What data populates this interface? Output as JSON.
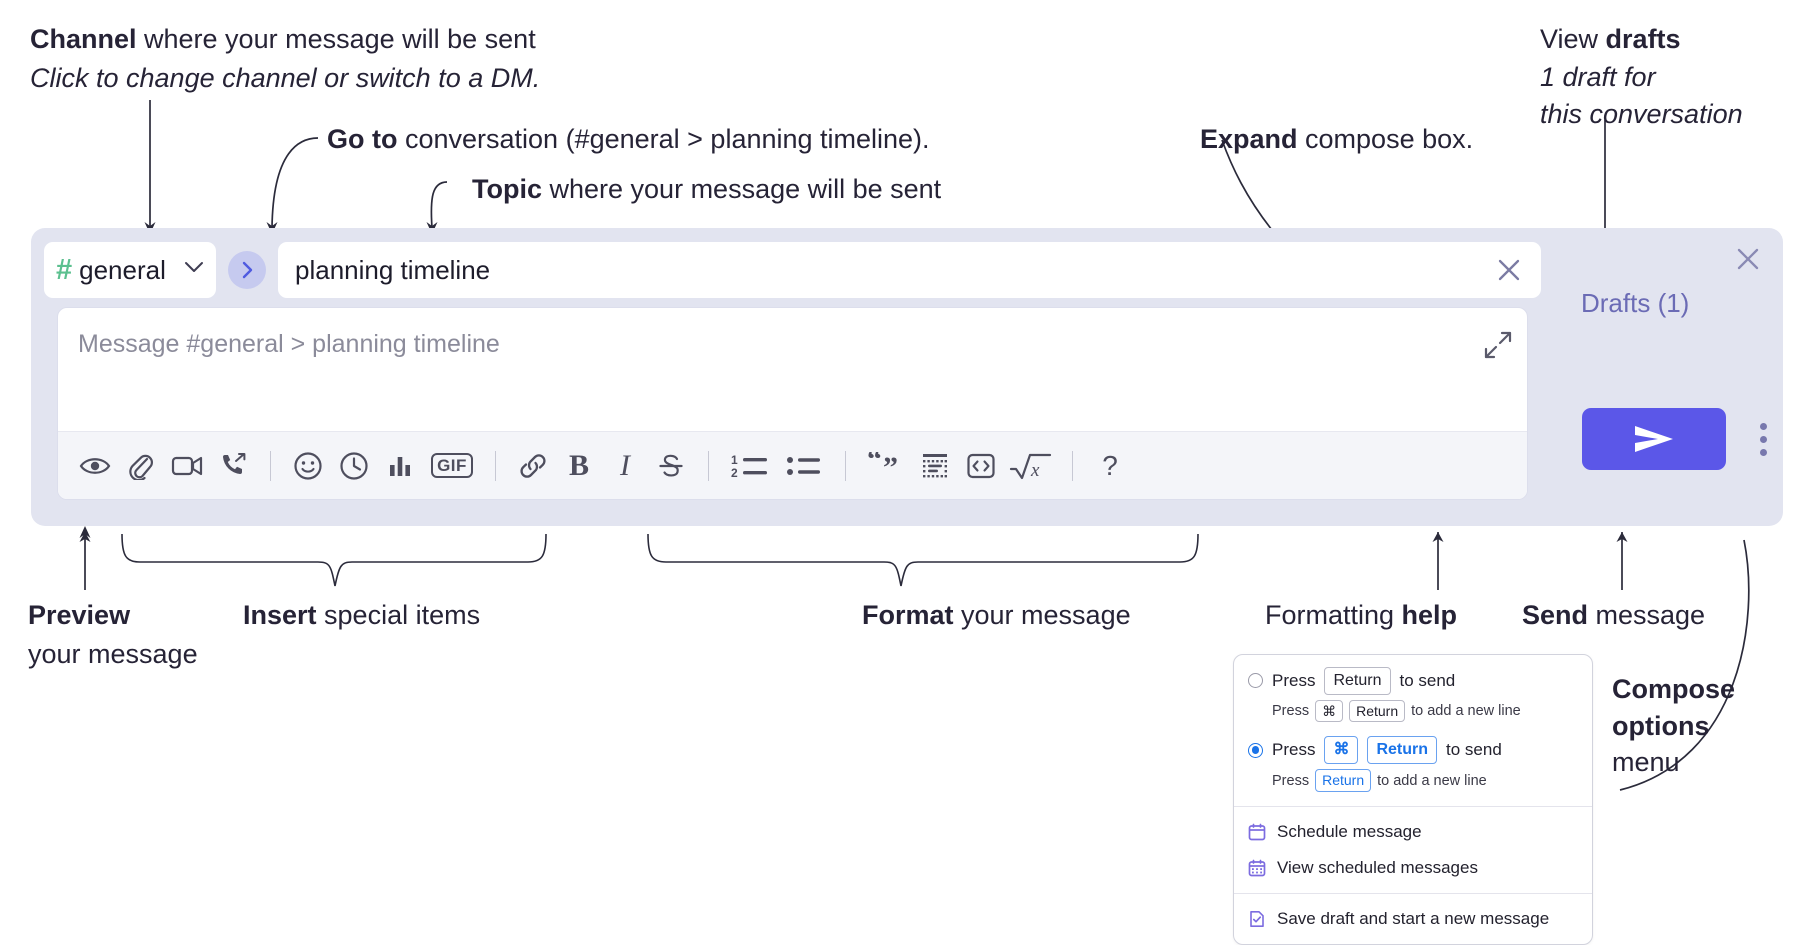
{
  "annotations": {
    "channel": {
      "bold": "Channel",
      "rest": " where your message will be sent",
      "italic": "Click to change channel or switch to a DM."
    },
    "goto": {
      "bold": "Go to",
      "rest": " conversation (#general > planning timeline)."
    },
    "topic": {
      "bold": "Topic",
      "rest": " where your message will be sent"
    },
    "expand": {
      "bold": "Expand",
      "rest": " compose box."
    },
    "drafts": {
      "lead": "View ",
      "bold": "drafts",
      "italic1": "1 draft for",
      "italic2": "this conversation"
    },
    "preview": {
      "bold": "Preview",
      "line2": "your message"
    },
    "insert": {
      "bold": "Insert",
      "rest": " special items"
    },
    "format": {
      "bold": "Format",
      "rest": " your message"
    },
    "help": {
      "lead": "Formatting ",
      "bold": "help"
    },
    "send": {
      "bold": "Send",
      "rest": " message"
    },
    "compose_options": {
      "bold1": "Compose",
      "bold2": "options",
      "rest": "menu"
    }
  },
  "compose": {
    "close_icon": "close-icon",
    "channel": {
      "hash": "#",
      "name": "general",
      "caret_icon": "chevron-down-icon"
    },
    "goto_icon": "chevron-right-icon",
    "topic": {
      "value": "planning timeline",
      "clear_icon": "close-icon"
    },
    "message": {
      "placeholder": "Message #general > planning timeline",
      "expand_icon": "expand-diagonal-icon"
    },
    "toolbar": [
      {
        "name": "preview-icon",
        "label": "Preview"
      },
      {
        "name": "attachment-icon",
        "label": "Attach file"
      },
      {
        "name": "video-icon",
        "label": "Record video"
      },
      {
        "name": "phone-forward-icon",
        "label": "Call"
      },
      {
        "name": "divider",
        "label": ""
      },
      {
        "name": "emoji-icon",
        "label": "Emoji"
      },
      {
        "name": "clock-icon",
        "label": "Reminder"
      },
      {
        "name": "poll-icon",
        "label": "Poll"
      },
      {
        "name": "gif-icon",
        "label": "GIF"
      },
      {
        "name": "divider",
        "label": ""
      },
      {
        "name": "link-icon",
        "label": "Link"
      },
      {
        "name": "bold-icon",
        "label": "B"
      },
      {
        "name": "italic-icon",
        "label": "I"
      },
      {
        "name": "strikethrough-icon",
        "label": "Strikethrough"
      },
      {
        "name": "divider",
        "label": ""
      },
      {
        "name": "ordered-list-icon",
        "label": "Ordered list"
      },
      {
        "name": "bulleted-list-icon",
        "label": "Bulleted list"
      },
      {
        "name": "divider",
        "label": ""
      },
      {
        "name": "blockquote-icon",
        "label": "Blockquote"
      },
      {
        "name": "code-block-icon",
        "label": "Code block"
      },
      {
        "name": "inline-code-icon",
        "label": "Code"
      },
      {
        "name": "math-icon",
        "label": "Math"
      },
      {
        "name": "divider",
        "label": ""
      },
      {
        "name": "help-icon",
        "label": "?"
      }
    ],
    "drafts_label": "Drafts (1)",
    "send_icon": "send-paper-plane-icon",
    "options_icon": "kebab-menu-icon"
  },
  "options_menu": {
    "radio_options": [
      {
        "selected": false,
        "prefix": "Press",
        "keys": [
          "Return"
        ],
        "suffix": "to send",
        "sub_prefix": "Press",
        "sub_keys": [
          "⌘",
          "Return"
        ],
        "sub_suffix": "to add a new line"
      },
      {
        "selected": true,
        "prefix": "Press",
        "keys": [
          "⌘",
          "Return"
        ],
        "suffix": "to send",
        "sub_prefix": "Press",
        "sub_keys": [
          "Return"
        ],
        "sub_suffix": "to add a new line"
      }
    ],
    "items": [
      {
        "icon": "calendar-clock-icon",
        "label": "Schedule message"
      },
      {
        "icon": "calendar-grid-icon",
        "label": "View scheduled messages"
      },
      {
        "icon": "document-check-icon",
        "label": "Save draft and start a new message"
      }
    ]
  },
  "colors": {
    "panel_bg": "#e2e4f0",
    "accent_purple": "#5b57e8",
    "hash_green": "#5cc08f",
    "drafts_text": "#6b6bb5",
    "radio_blue": "#1a73e8",
    "menu_icon_purple": "#7c6ce0"
  }
}
